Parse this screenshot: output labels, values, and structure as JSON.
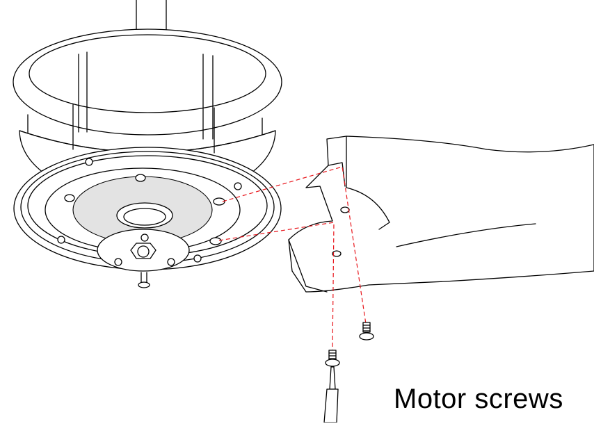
{
  "caption": "Motor screws",
  "colors": {
    "line": "#000000",
    "guide": "#e8151b",
    "background": "#ffffff"
  },
  "icons": [
    "fan-motor-housing",
    "fan-blade-bracket",
    "motor-screw",
    "screwdriver"
  ]
}
